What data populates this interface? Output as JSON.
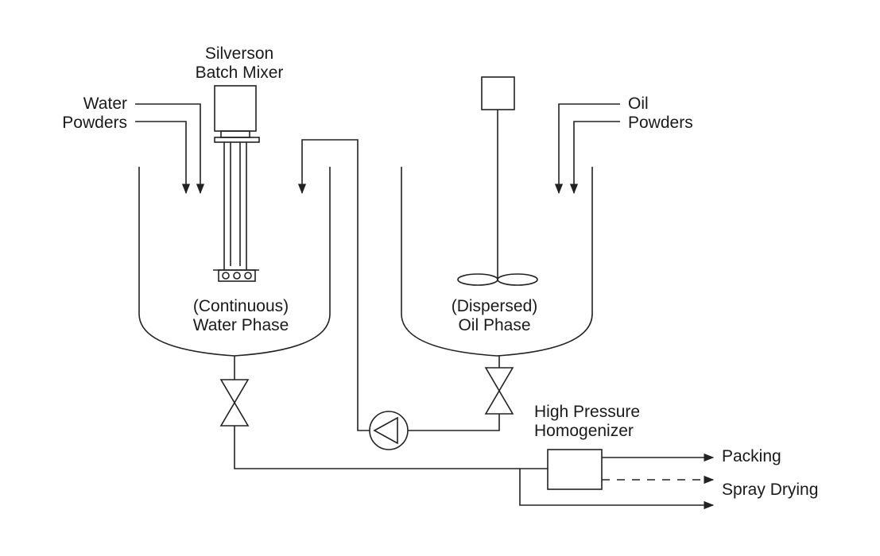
{
  "labels": {
    "mixer_line1": "Silverson",
    "mixer_line2": "Batch Mixer",
    "water": "Water",
    "powders_left": "Powders",
    "oil": "Oil",
    "powders_right": "Powders",
    "water_phase_line1": "(Continuous)",
    "water_phase_line2": "Water Phase",
    "oil_phase_line1": "(Dispersed)",
    "oil_phase_line2": "Oil Phase",
    "homogenizer_line1": "High Pressure",
    "homogenizer_line2": "Homogenizer",
    "packing": "Packing",
    "spray_drying": "Spray Drying"
  },
  "colors": {
    "line": "#222222",
    "background": "#ffffff"
  }
}
